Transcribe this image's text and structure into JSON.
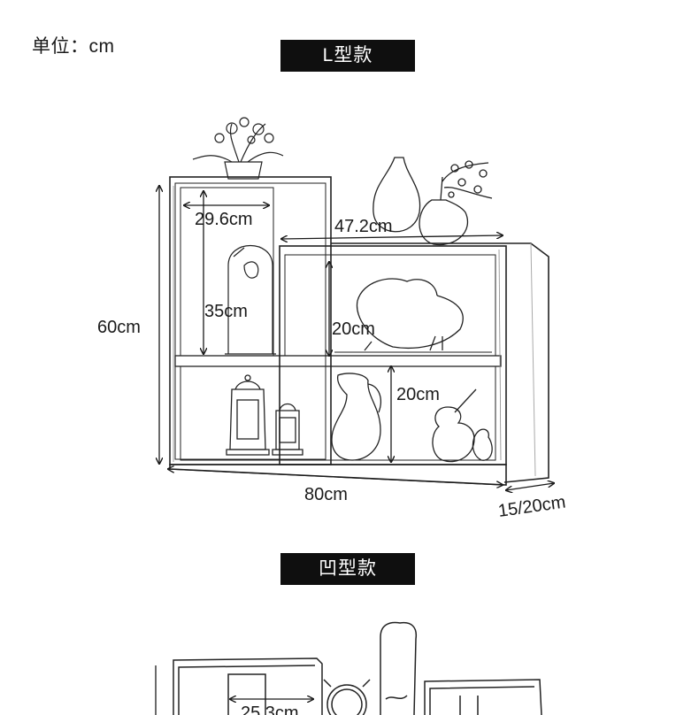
{
  "unit_label": "单位：cm",
  "sections": [
    {
      "title": "L型款",
      "dimensions": {
        "inner_width": "29.6cm",
        "shelf_width": "47.2cm",
        "inner_height": "35cm",
        "shelf_height_top": "20cm",
        "shelf_height_bottom": "20cm",
        "total_height": "60cm",
        "total_width": "80cm",
        "depth": "15/20cm"
      }
    },
    {
      "title": "凹型款",
      "dimensions": {
        "inner_width": "25.3cm"
      }
    }
  ]
}
